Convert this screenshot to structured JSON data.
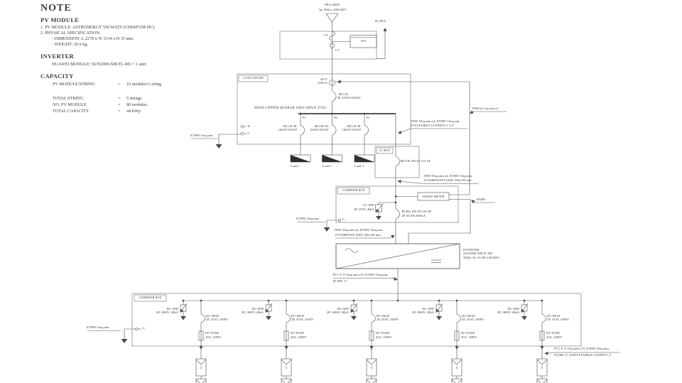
{
  "note": {
    "title": "NOTE",
    "pv_module": {
      "heading": "PV MODULE",
      "lines": [
        "1. PV MODULE: ASTRONERGY 550 WATT (CHSM72M-HC)",
        "2. PHYSICAL SPECIFICATION:",
        "- DIMENSION: L 2278 x W 1134 x H 35 mm.",
        "- WEIGHT: 26.9 kg."
      ]
    },
    "inverter": {
      "heading": "INVERTER",
      "line": "HUAWEI MODULE: SUN2000-50KTL-M3 = 1 unit"
    },
    "capacity": {
      "heading": "CAPACITY",
      "rows": [
        {
          "label": "PV MODULE/STRING",
          "eq": "=",
          "value": "16 modules/1 string"
        },
        {
          "label": "TOTAL STRING",
          "eq": "=",
          "value": "5 strings."
        },
        {
          "label": "NO. PV MODULE",
          "eq": "=",
          "value": "80 modules."
        },
        {
          "label": "TOTAL CAPACITY",
          "eq": "=",
          "value": "44 kWp"
        }
      ]
    }
  },
  "grid": {
    "name": "PEA GRID",
    "spec": "3φ, 4Wire, 400/230V",
    "by_pea": "By PEA",
    "ct": "CT",
    "vt": "VT",
    "wh": "Wh"
  },
  "load_center": {
    "title": "LOAD CENTER",
    "ct": [
      "3xCT",
      "250/5A"
    ],
    "main_mccb": [
      "MCCB",
      "3P, 250AT/250AF"
    ],
    "busbar": "MAIN COPPER BUSBAR 100A 100%N 25%G",
    "feeders": [
      "F1",
      "F2",
      "F3"
    ],
    "branch_mccb": [
      "MCCB 3P,",
      "100AT/250AF"
    ],
    "n": "N",
    "g": "G",
    "ground": "ETHW-16sq.mm.",
    "loads": [
      "Load 1",
      "Load 2",
      "Load 3"
    ]
  },
  "ac_box": {
    "title": "AC BOX",
    "mccb": "MCCB 100 AT/125 AF"
  },
  "combiner_ac": {
    "title": "COMBINER BOX",
    "smart_meter": "SMART METER",
    "rs485": "RS485",
    "ac_spd": [
      "AC-SPD",
      "4P, 350V, 40kA"
    ],
    "rcbo": [
      "RCBO 100 AT/125 AF",
      "4P 30,100,300mA"
    ],
    "ground": "ETHW-16sq.mm.",
    "g": "G"
  },
  "inverter": {
    "lines": [
      "INVERTER",
      "SUN2000-50KTL-M3",
      "50kW, 3L+N+PE 230/400V"
    ]
  },
  "combiner_dc": {
    "title": "COMBINER BOX",
    "dc_spd": [
      "DC-SPD",
      "2P, 1000V, 40kA"
    ],
    "dc_mcb": [
      "DC-MCB",
      "2P, 25AT, 1000V"
    ],
    "dc_fuse": [
      "DC-FUSE",
      "20A, 1000V"
    ],
    "ground": "ETHW-16sq.mm.",
    "g": "G"
  },
  "wires": {
    "ct_secondary": "THW(f)-1sq.mm.x4",
    "lc_to_ac": [
      "THW-35sq.mm.x4, ETHW-16sq.mm.",
      "IN FLEXIBLE CONDUIT 1 1/2\""
    ],
    "ac_to_cb": [
      "THW-35sq.mm.x4, ETHW-16sq.mm.",
      "IN WIREWAYS SIZE 100x100 mm"
    ],
    "cb_to_inv": [
      "THW-35sq.mm.x4, ETHW-16sq.mm.",
      "IN WIREWAY SIZE 100x100 mm"
    ],
    "inv_to_dc": [
      "PV1-F 1C-6sq.mm.x10, ETHW-16sq.mm.",
      "IN IMC 2\""
    ],
    "dc_to_pv": [
      "PV1-F 1C-6sq.mm.x10, ETHW-16sq.mm.",
      "IN IMC 2\" AND FLEXIBLE CONDUIT 2\""
    ]
  }
}
